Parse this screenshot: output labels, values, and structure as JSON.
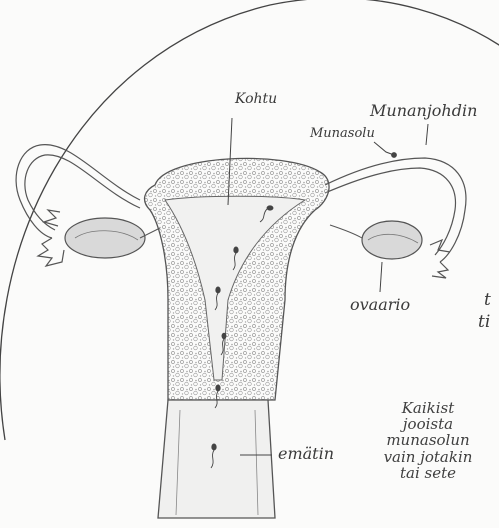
{
  "labels": {
    "kohtu": "Kohtu",
    "munanjohdin": "Munanjohdin",
    "munasolu": "Munasolu",
    "ovaario": "ovaario",
    "ematin": "emätin"
  },
  "right_margin_note": {
    "lines": [
      "Kaikist",
      "jooista",
      "munasolun",
      "vain jotakin",
      "tai sete"
    ]
  },
  "edge_fragments": [
    "t",
    "ti"
  ],
  "colors": {
    "paper": "#fbfbfa",
    "pencil": "#555555",
    "shading": "#9a9a9a"
  }
}
